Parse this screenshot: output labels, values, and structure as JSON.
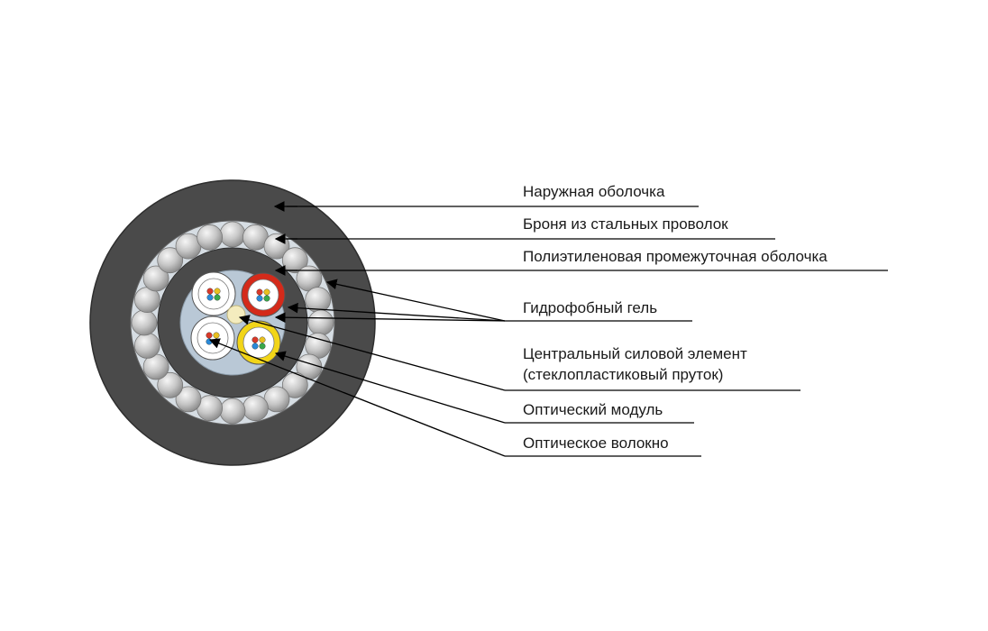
{
  "labels": {
    "outer_sheath": "Наружная оболочка",
    "steel_armor": "Броня из стальных проволок",
    "inner_sheath": "Полиэтиленовая промежуточная оболочка",
    "gel": "Гидрофобный гель",
    "strength_line1": "Центральный силовой элемент",
    "strength_line2": "(стеклопластиковый пруток)",
    "module": "Оптический модуль",
    "fiber": "Оптическое волокно"
  },
  "colors": {
    "outer_sheath": "#4a4a4a",
    "armor_wire": "#c4c4c4",
    "core_fill": "#b9c8d6",
    "module_white": "#ffffff",
    "module_red": "#d42a1a",
    "module_yellow": "#f2d518",
    "strength_member": "#f4ecbe",
    "leader_line": "#000000"
  },
  "structure": {
    "armor_wire_count": 24,
    "optical_module_count": 4,
    "fibers_per_module": 4
  }
}
